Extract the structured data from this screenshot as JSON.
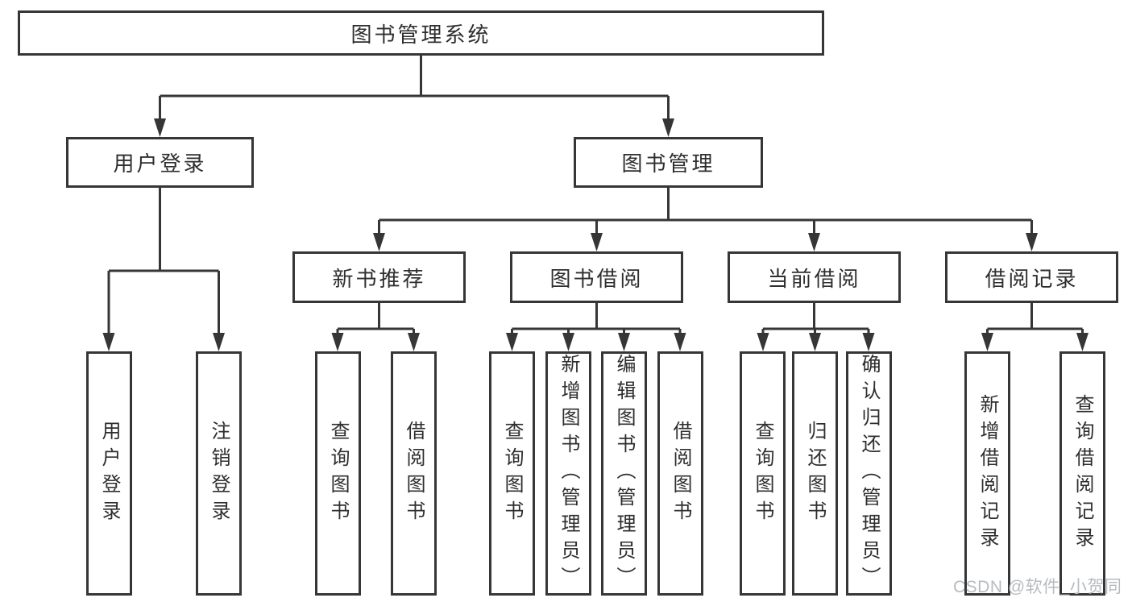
{
  "diagram": {
    "root": {
      "label": "图书管理系统",
      "children": [
        {
          "label": "用户登录",
          "children": [
            {
              "label": "用户登录"
            },
            {
              "label": "注销登录"
            }
          ]
        },
        {
          "label": "图书管理",
          "children": [
            {
              "label": "新书推荐",
              "children": [
                {
                  "label": "查询图书"
                },
                {
                  "label": "借阅图书"
                }
              ]
            },
            {
              "label": "图书借阅",
              "children": [
                {
                  "label": "查询图书"
                },
                {
                  "label": "新增图书（管理员）"
                },
                {
                  "label": "编辑图书（管理员）"
                },
                {
                  "label": "借阅图书"
                }
              ]
            },
            {
              "label": "当前借阅",
              "children": [
                {
                  "label": "查询图书"
                },
                {
                  "label": "归还图书"
                },
                {
                  "label": "确认归还（管理员）"
                }
              ]
            },
            {
              "label": "借阅记录",
              "children": [
                {
                  "label": "新增借阅记录"
                },
                {
                  "label": "查询借阅记录"
                }
              ]
            }
          ]
        }
      ]
    }
  },
  "watermark": "CSDN @软件_小贺同学",
  "colors": {
    "line": "#363636",
    "text": "#2e2e2e",
    "watermark": "#b7bbc0",
    "background": "#ffffff"
  }
}
